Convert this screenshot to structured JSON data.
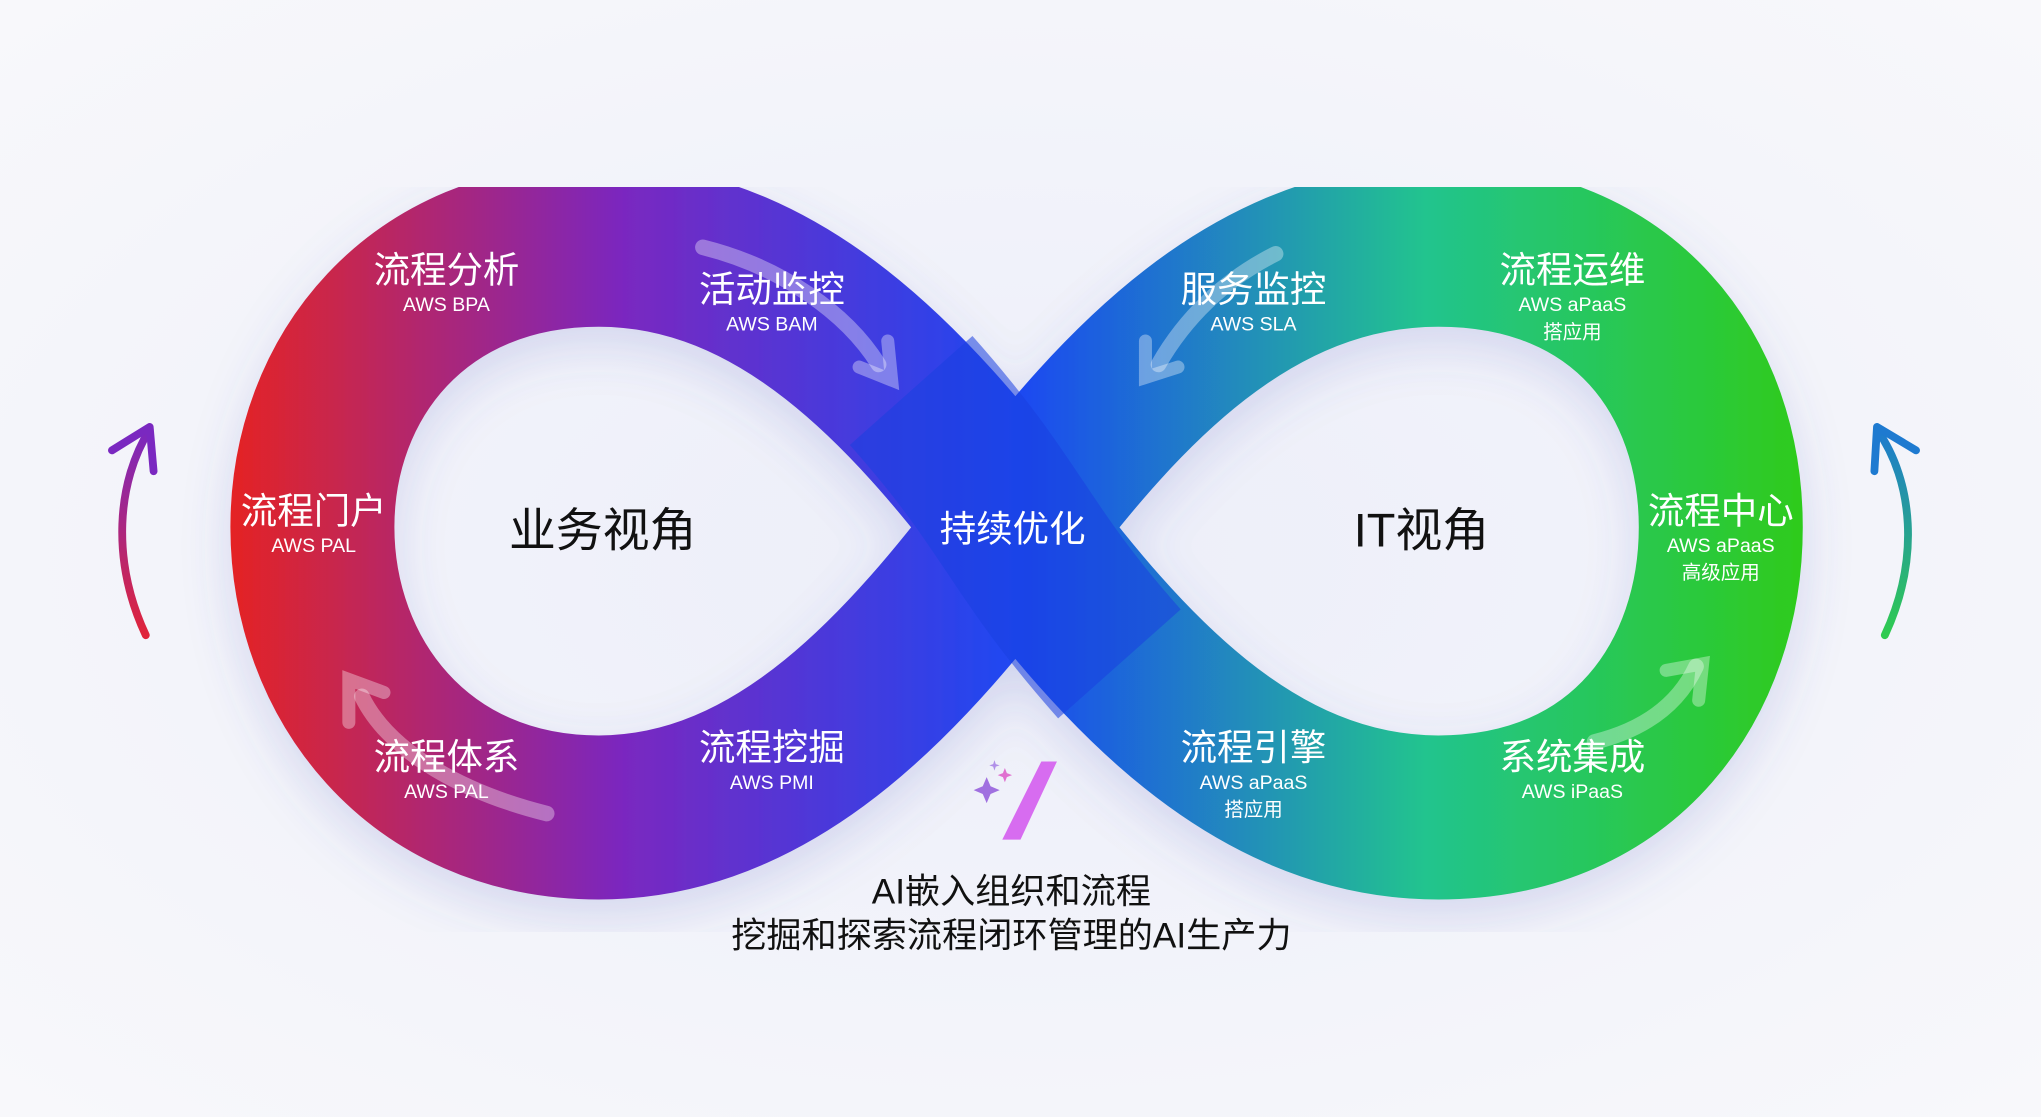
{
  "colors": {
    "red": "#e42424",
    "purple": "#7a28c0",
    "blue": "#1e48f2",
    "teal": "#22c48e",
    "green": "#2fcb1c"
  },
  "nodes": {
    "bpa": {
      "title": "流程分析",
      "sub": "AWS BPA"
    },
    "bam": {
      "title": "活动监控",
      "sub": "AWS BAM"
    },
    "portal": {
      "title": "流程门户",
      "sub": "AWS PAL"
    },
    "system": {
      "title": "流程体系",
      "sub": "AWS PAL"
    },
    "pmi": {
      "title": "流程挖掘",
      "sub": "AWS PMI"
    },
    "sla": {
      "title": "服务监控",
      "sub": "AWS SLA"
    },
    "ops": {
      "title": "流程运维",
      "sub": "AWS aPaaS",
      "sub2": "搭应用"
    },
    "center": {
      "title": "流程中心",
      "sub": "AWS aPaaS",
      "sub2": "高级应用"
    },
    "engine": {
      "title": "流程引擎",
      "sub": "AWS aPaaS",
      "sub2": "搭应用"
    },
    "integration": {
      "title": "系统集成",
      "sub": "AWS iPaaS"
    }
  },
  "labels": {
    "business": "业务视角",
    "optimize": "持续优化",
    "it": "IT视角"
  },
  "bottom": {
    "line1": "AI嵌入组织和流程",
    "line2": "挖掘和探索流程闭环管理的AI生产力"
  }
}
